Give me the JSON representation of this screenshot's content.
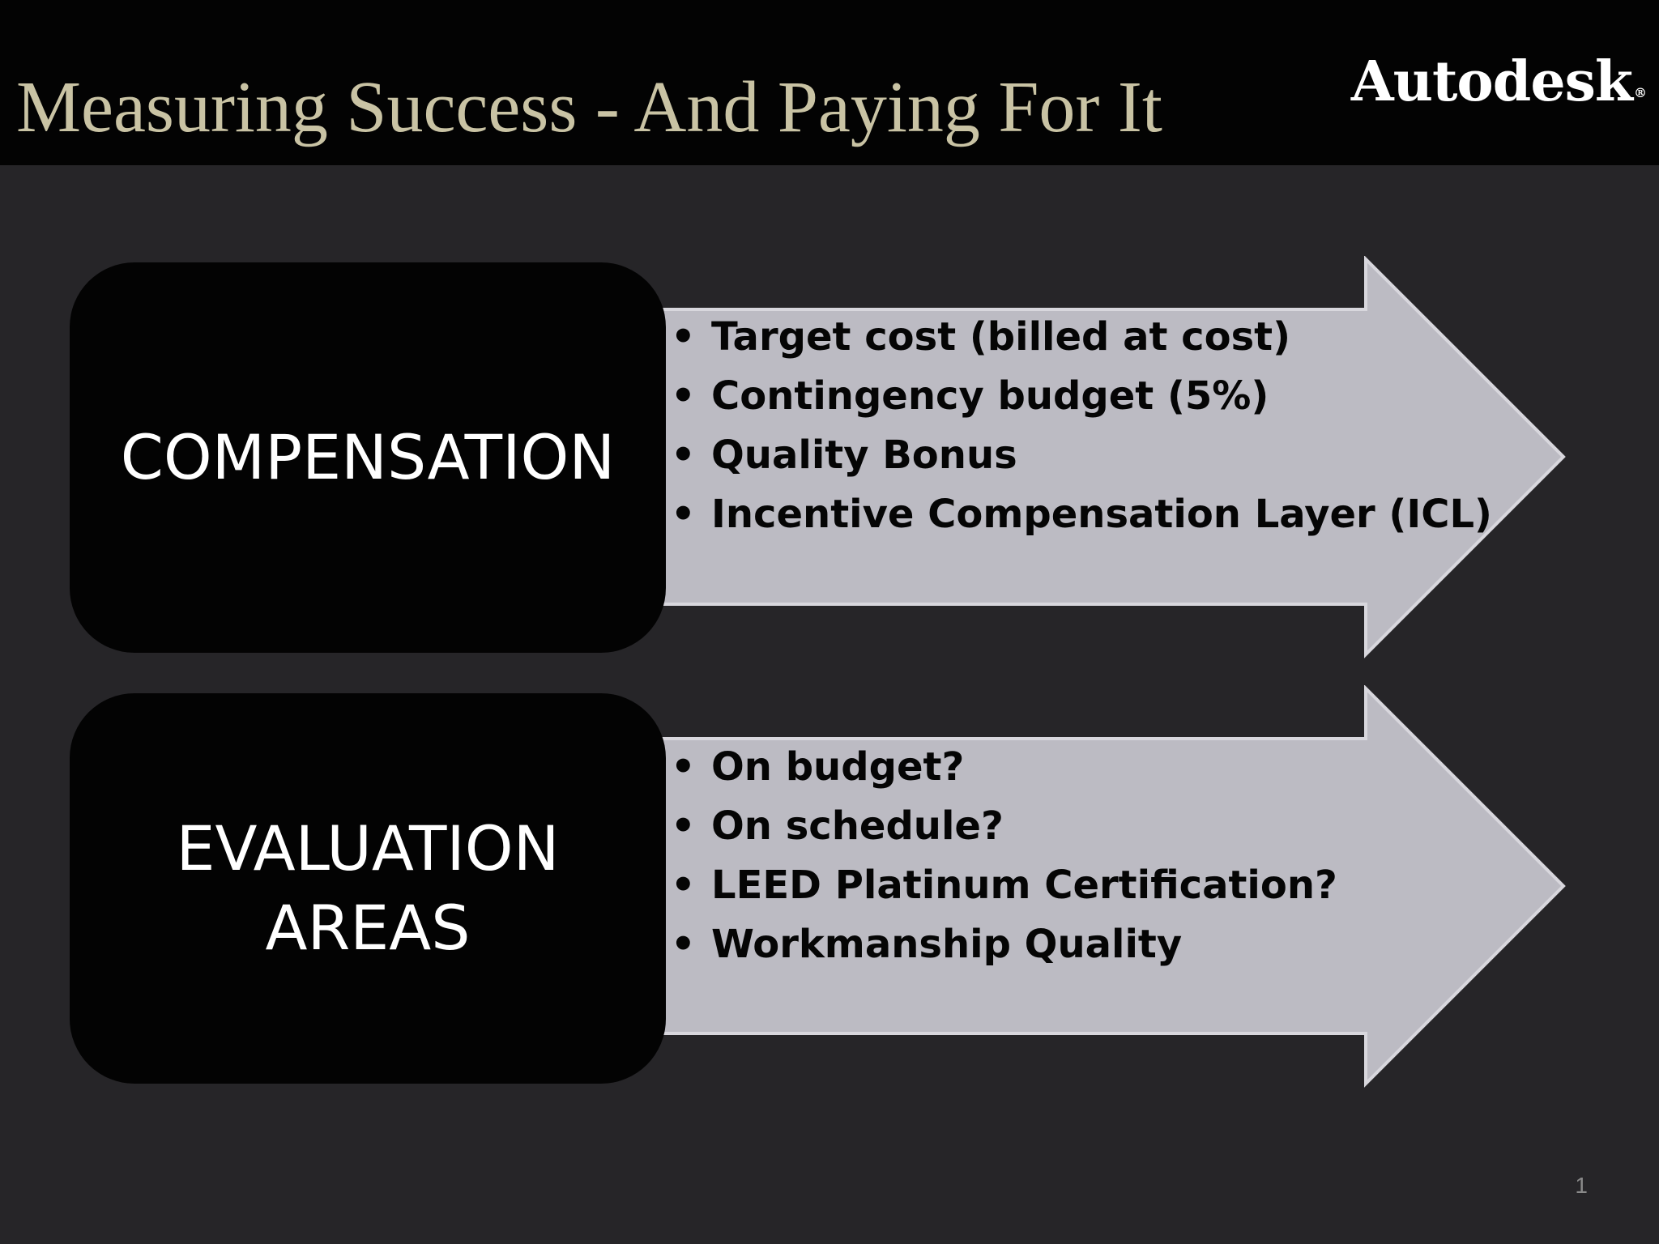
{
  "slide": {
    "title": "Measuring Success - And Paying For It",
    "logo": "Autodesk",
    "logo_mark": "®",
    "page_number": "1"
  },
  "sections": [
    {
      "label": "COMPENSATION",
      "items": [
        "Target cost (billed at cost)",
        "Contingency budget (5%)",
        "Quality Bonus",
        "Incentive Compensation Layer (ICL)"
      ]
    },
    {
      "label_line1": "EVALUATION",
      "label_line2": "AREAS",
      "items": [
        "On budget?",
        "On schedule?",
        "LEED Platinum Certification?",
        "Workmanship Quality"
      ]
    }
  ],
  "bullet_glyph": "•",
  "colors": {
    "background": "#262528",
    "header": "#030303",
    "title": "#c9c3a4",
    "box": "#030303",
    "arrow_fill": "#bcbbc3",
    "arrow_edge": "#d8d7dd",
    "bullet_text": "#050505"
  }
}
